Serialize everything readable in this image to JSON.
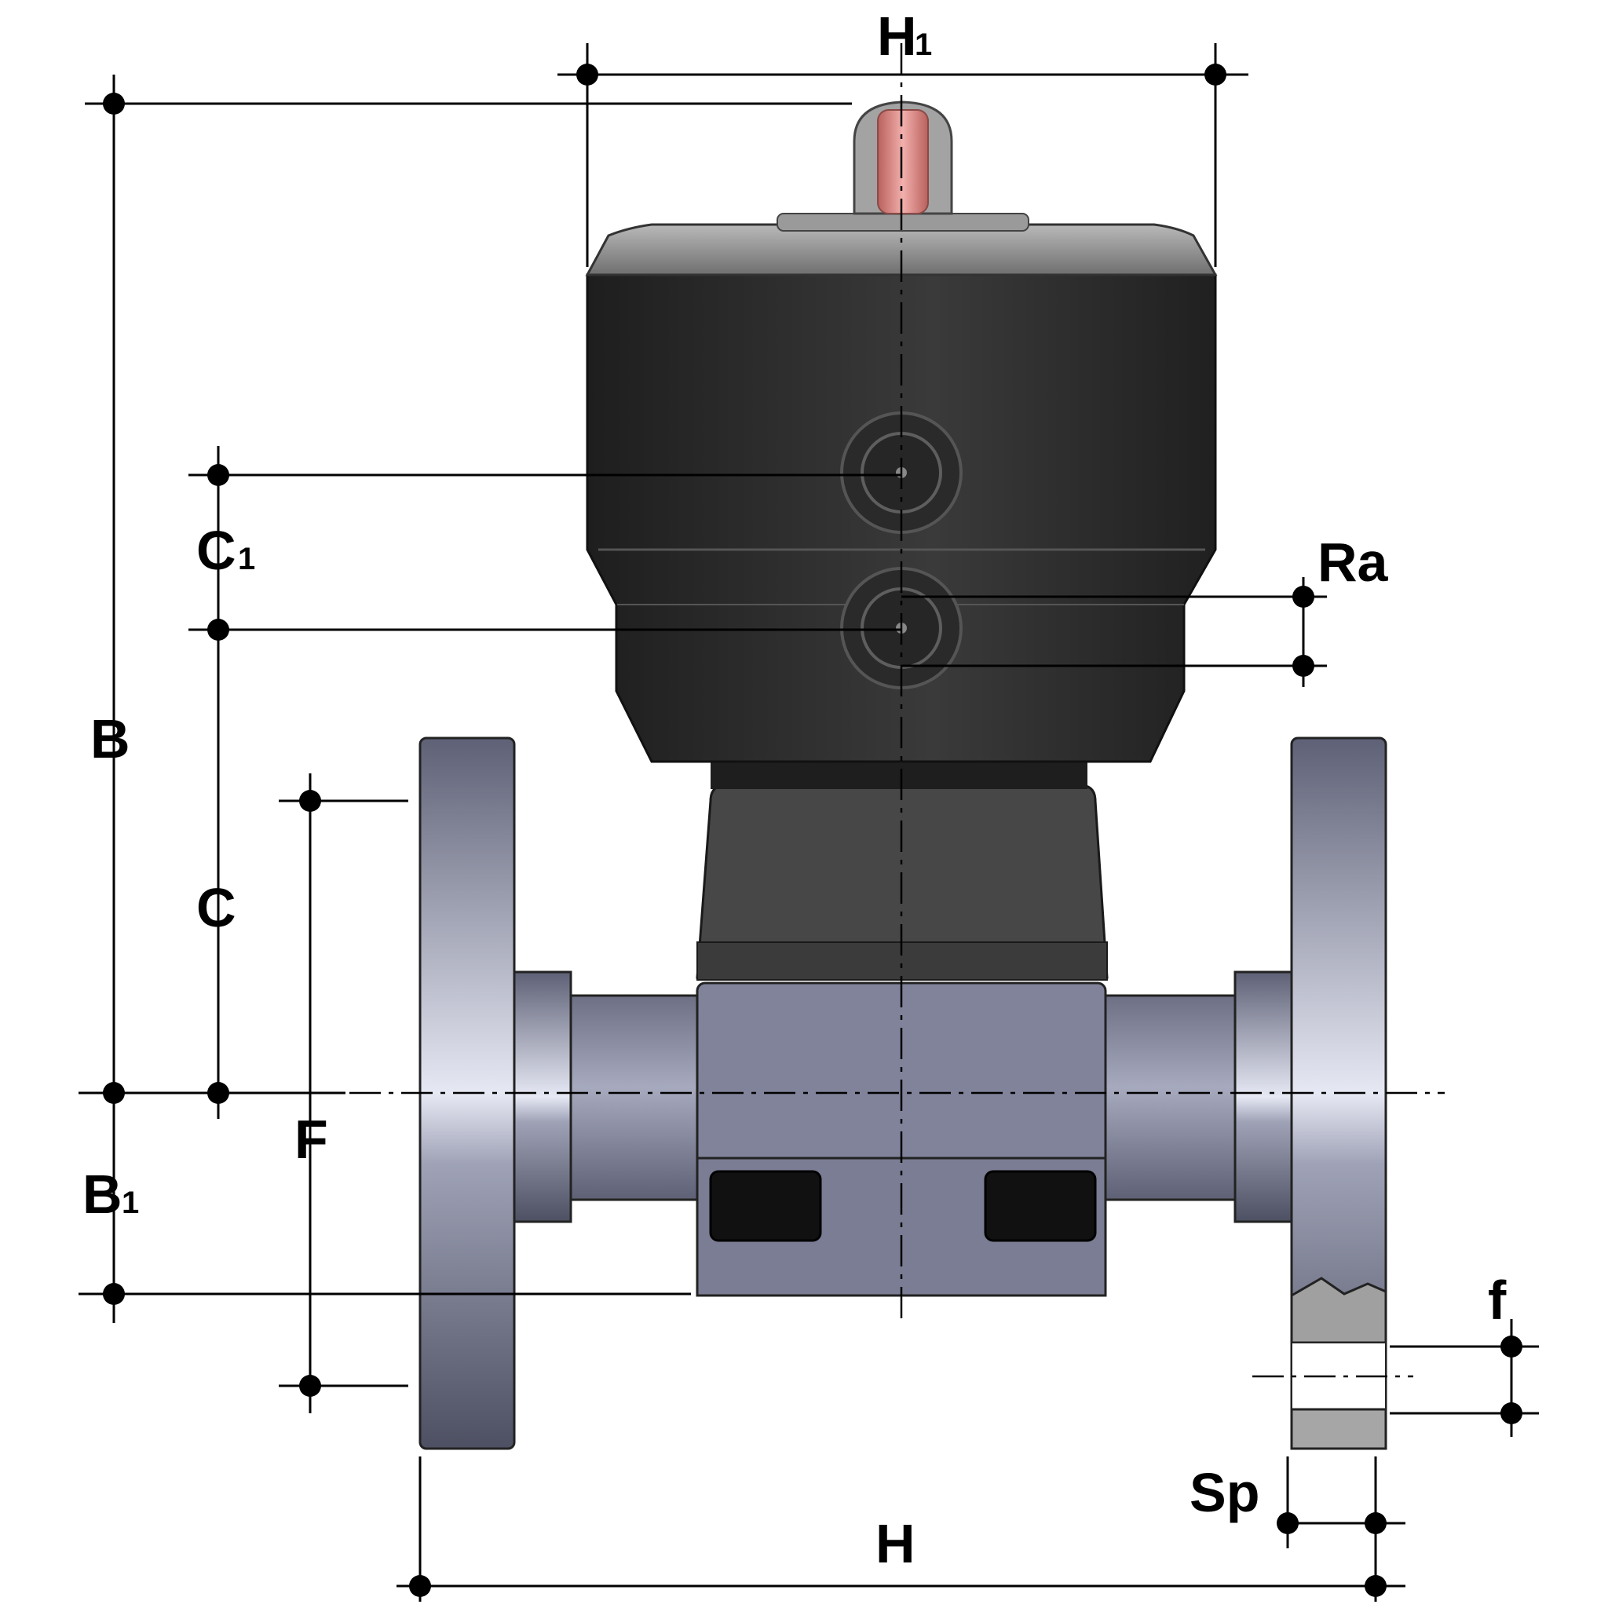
{
  "labels": {
    "h1_main": "H",
    "h1_sub": "1",
    "b_main": "B",
    "b1_main": "B",
    "b1_sub": "1",
    "c_main": "C",
    "c1_main": "C",
    "c1_sub": "1",
    "ra": "Ra",
    "f_upper": "F",
    "f_lower": "f",
    "sp": "Sp",
    "h": "H"
  },
  "colors": {
    "actuator_body": "#2e2e2e",
    "actuator_cap": "#8c8c8c",
    "indicator": "#d9837f",
    "bonnet": "#454545",
    "valve_body": "#7d8096",
    "flange": "#8a8da3",
    "dimension_line": "#000000"
  }
}
